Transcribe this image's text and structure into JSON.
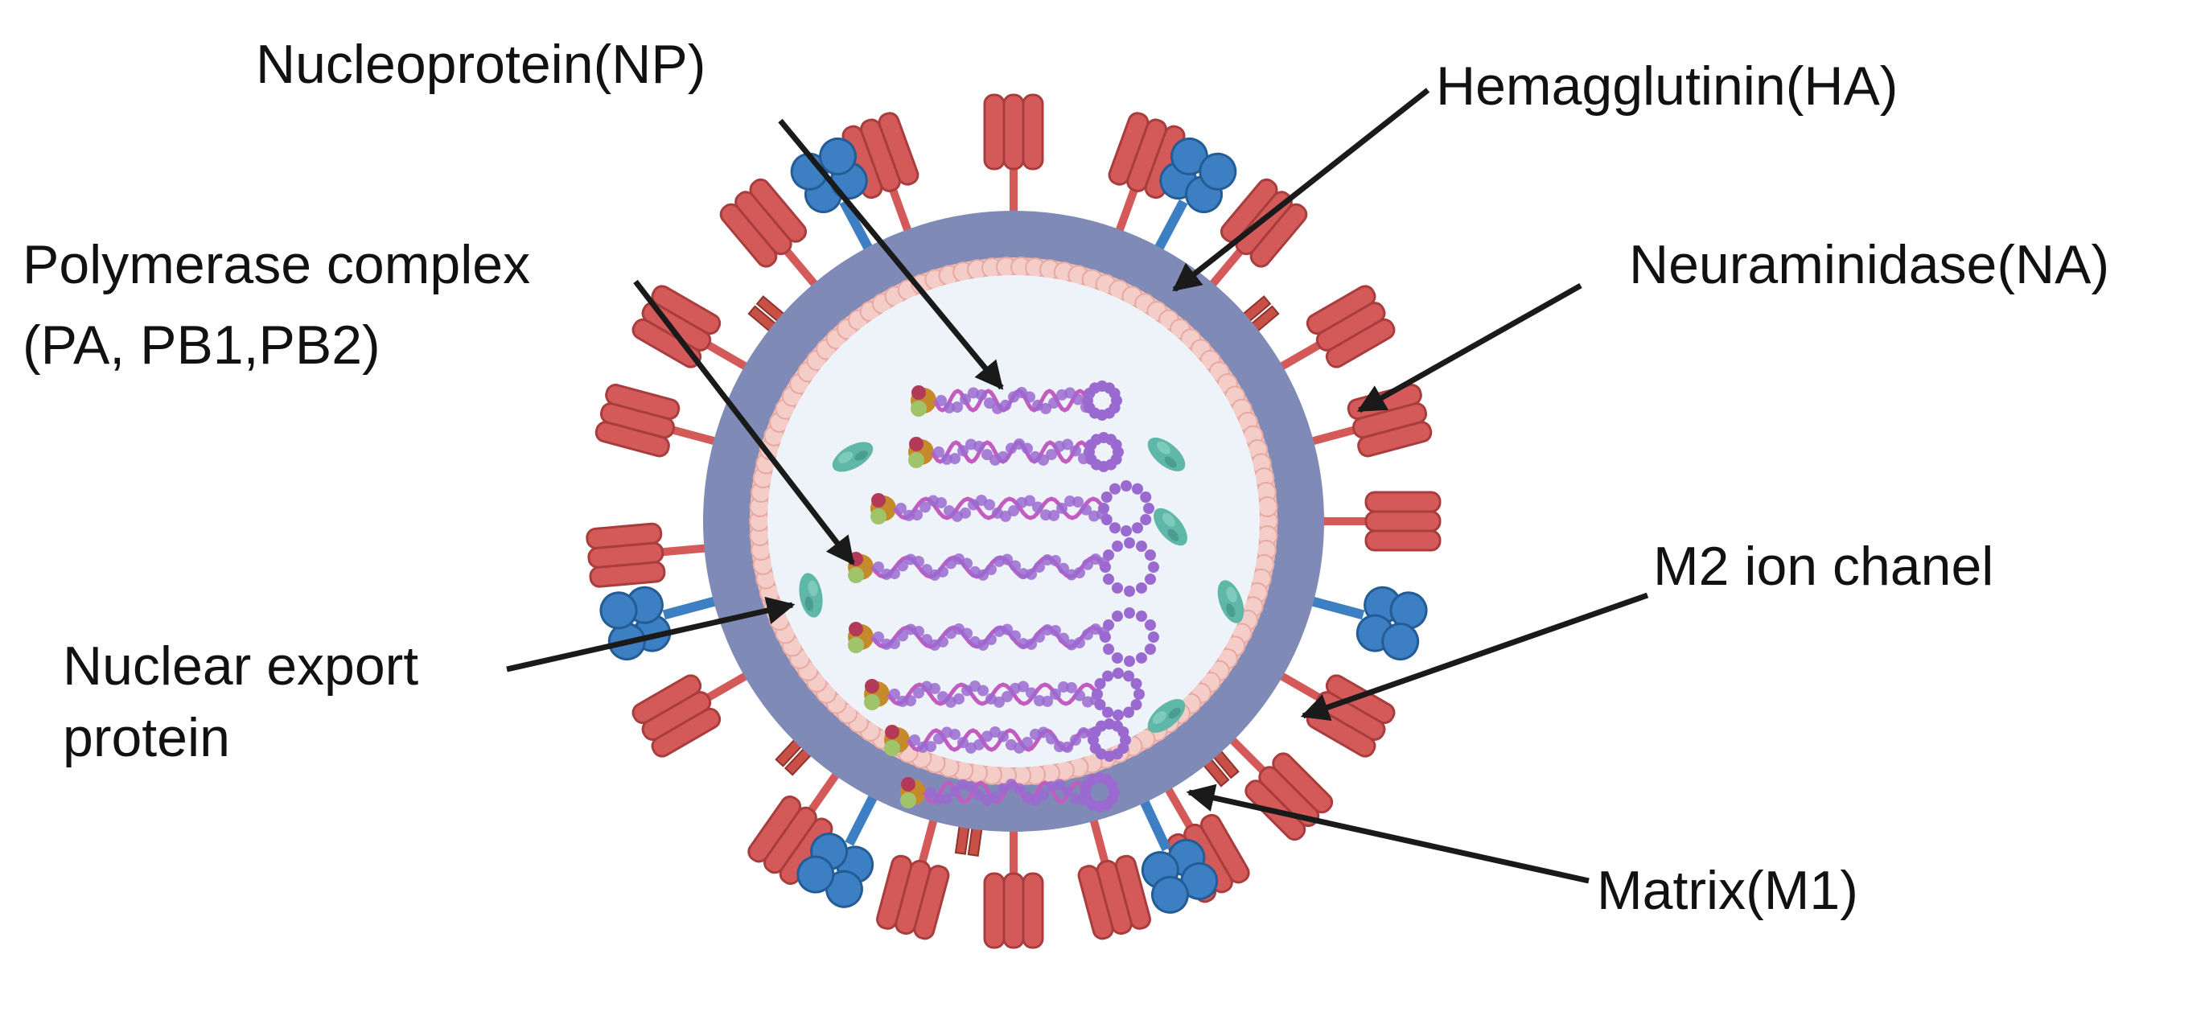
{
  "labels": {
    "nucleoprotein": "Nucleoprotein(NP)",
    "hemagglutinin": "Hemagglutinin(HA)",
    "polymerase_line1": "Polymerase complex",
    "polymerase_line2": "(PA, PB1,PB2)",
    "neuraminidase": "Neuraminidase(NA)",
    "m2": "M2 ion chanel",
    "nep_line1": "Nuclear export",
    "nep_line2": "protein",
    "matrix": "Matrix(M1)"
  },
  "colors": {
    "envelope": "#7f8bb6",
    "matrix": "#f2c0bb",
    "interior": "#eef3fa",
    "hemagglutinin": "#d45a5a",
    "neuraminidase": "#3d7fc3",
    "m2": "#c95046",
    "rnp": "#9a6ad0",
    "nep": "#5fb7a8",
    "arrow": "#1a1a1a"
  }
}
